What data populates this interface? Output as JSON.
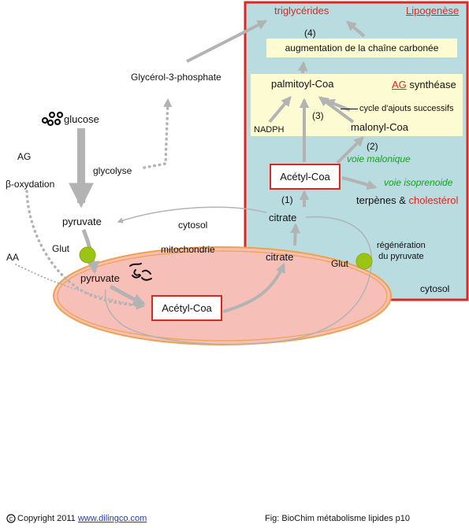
{
  "lipo": {
    "title": "Lipogenèse",
    "triglycerides": "triglycérides",
    "chain_step": "(4)",
    "chain": "augmentation de la chaîne carbonée",
    "ag_synthase_ag": "AG",
    "ag_synthase_rest": " synthéase",
    "palmitoyl": "palmitoyl-Coa",
    "cycle": "cycle d'ajouts successifs",
    "step3": "(3)",
    "nadph": "NADPH",
    "malonyl": "malonyl-Coa",
    "step2": "(2)",
    "voie_malonique": "voie malonique",
    "acetyl_cyto": "Acétyl-Coa",
    "voie_isoprenoide": "voie isoprenoide",
    "terpenes": "terpènes & ",
    "cholesterol": "cholestérol",
    "step1": "(1)",
    "citrate_cyto": "citrate",
    "regeneration": "régénération\ndu pyruvate",
    "glut_right": "Glut",
    "cytosol_right": "cytosol"
  },
  "left": {
    "glycerol3p": "Glycérol-3-phosphate",
    "glucose": "glucose",
    "glycolyse": "glycolyse",
    "ag": "AG",
    "beta_oxidation": "β-oxydation",
    "aa": "AA",
    "pyruvate_cyto": "pyruvate",
    "glut_left": "Glut",
    "cytosol": "cytosol",
    "mitochondrie": "mitochondrie",
    "pyruvate_mito": "pyruvate",
    "acetyl_mito": "Acétyl-Coa",
    "citrate_mito": "citrate"
  },
  "footer": {
    "copyright": "Copyright 2011",
    "link": "www.dilingco.com",
    "caption": "Fig: BioChim métabolisme lipides p10"
  },
  "colors": {
    "panel": "#b8dce0",
    "panel_border": "#e0261f",
    "mito_fill": "#f6c0b8",
    "mito_border": "#f0a14a",
    "arrow": "#b3b3b3",
    "glut": "#9cc414",
    "yellow_box": "#fdfbd2",
    "red_text": "#e0261f",
    "green_text": "#13a31a"
  }
}
